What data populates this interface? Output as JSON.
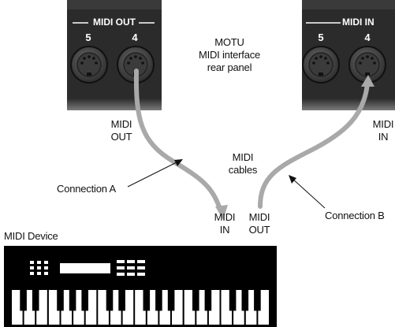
{
  "left_panel": {
    "header": "MIDI OUT",
    "port_numbers": [
      "5",
      "4"
    ]
  },
  "right_panel": {
    "header": "MIDI IN",
    "port_numbers": [
      "5",
      "4"
    ]
  },
  "labels": {
    "interface_line1": "MOTU",
    "interface_line2": "MIDI interface",
    "interface_line3": "rear panel",
    "left_port_line1": "MIDI",
    "left_port_line2": "OUT",
    "right_port_line1": "MIDI",
    "right_port_line2": "IN",
    "cables_line1": "MIDI",
    "cables_line2": "cables",
    "connection_a": "Connection A",
    "connection_b": "Connection B",
    "device_in_line1": "MIDI",
    "device_in_line2": "IN",
    "device_out_line1": "MIDI",
    "device_out_line2": "OUT",
    "device_title": "MIDI Device"
  },
  "colors": {
    "panel": "#2b2b2b",
    "panel_header": "#1e1e1e",
    "cable": "#a9a9a9",
    "keyboard_body": "#000000"
  }
}
